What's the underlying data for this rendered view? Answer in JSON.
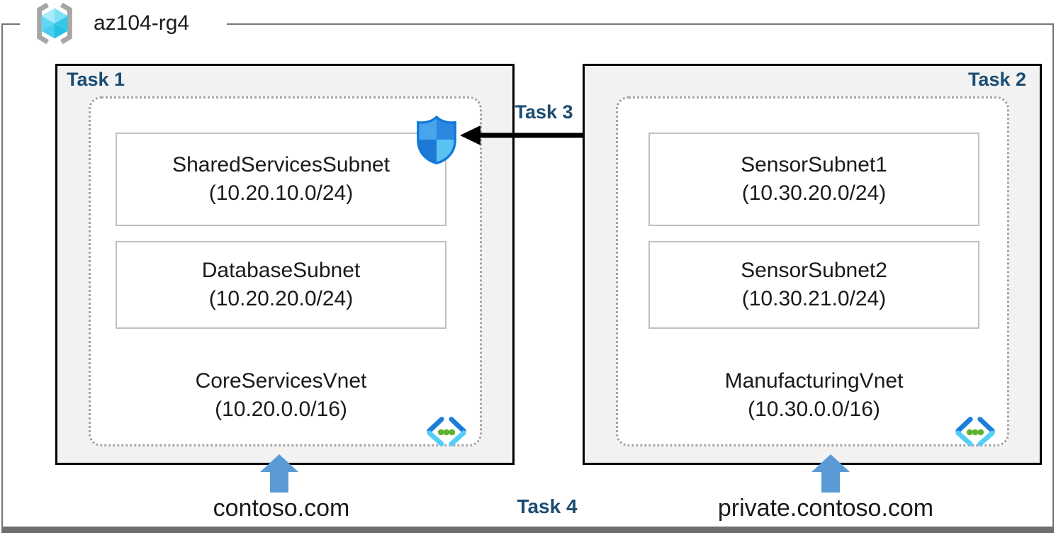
{
  "resource_group": {
    "name": "az104-rg4",
    "icon": "resource-group-icon"
  },
  "task_labels": {
    "task1": "Task 1",
    "task2": "Task 2",
    "task3": "Task 3",
    "task4": "Task 4"
  },
  "left": {
    "subnets": [
      {
        "name": "SharedServicesSubnet",
        "cidr": "(10.20.10.0/24)"
      },
      {
        "name": "DatabaseSubnet",
        "cidr": "(10.20.20.0/24)"
      }
    ],
    "vnet": {
      "name": "CoreServicesVnet",
      "cidr": "(10.20.0.0/16)"
    },
    "dns_zone": "contoso.com",
    "security_icon": "nsg-shield-icon",
    "network_icon": "virtual-network-icon"
  },
  "right": {
    "subnets": [
      {
        "name": "SensorSubnet1",
        "cidr": "(10.30.20.0/24)"
      },
      {
        "name": "SensorSubnet2",
        "cidr": "(10.30.21.0/24)"
      }
    ],
    "vnet": {
      "name": "ManufacturingVnet",
      "cidr": "(10.30.0.0/16)"
    },
    "dns_zone": "private.contoso.com",
    "security_icon": "bastion-icon",
    "network_icon": "virtual-network-icon"
  },
  "connections": {
    "task3_arrow": "black arrow from bastion icon pointing left to NSG shield",
    "dns_arrows": "blue up arrows from DNS zone labels into each vnet box"
  },
  "colors": {
    "task_label": "#1B4C72",
    "box_fill": "#F2F2F2",
    "box_border": "#000000",
    "dotted_border": "#A3A3A3",
    "subnet_border": "#C0C0C0",
    "outer_frame": "#757575",
    "arrow_blue": "#5B9BD5",
    "icon_blue_dark": "#1B7FD9",
    "icon_cyan_light": "#55CEF5",
    "dot_green": "#5CB32F",
    "rg_cube_cyan": "#45D0EE"
  }
}
